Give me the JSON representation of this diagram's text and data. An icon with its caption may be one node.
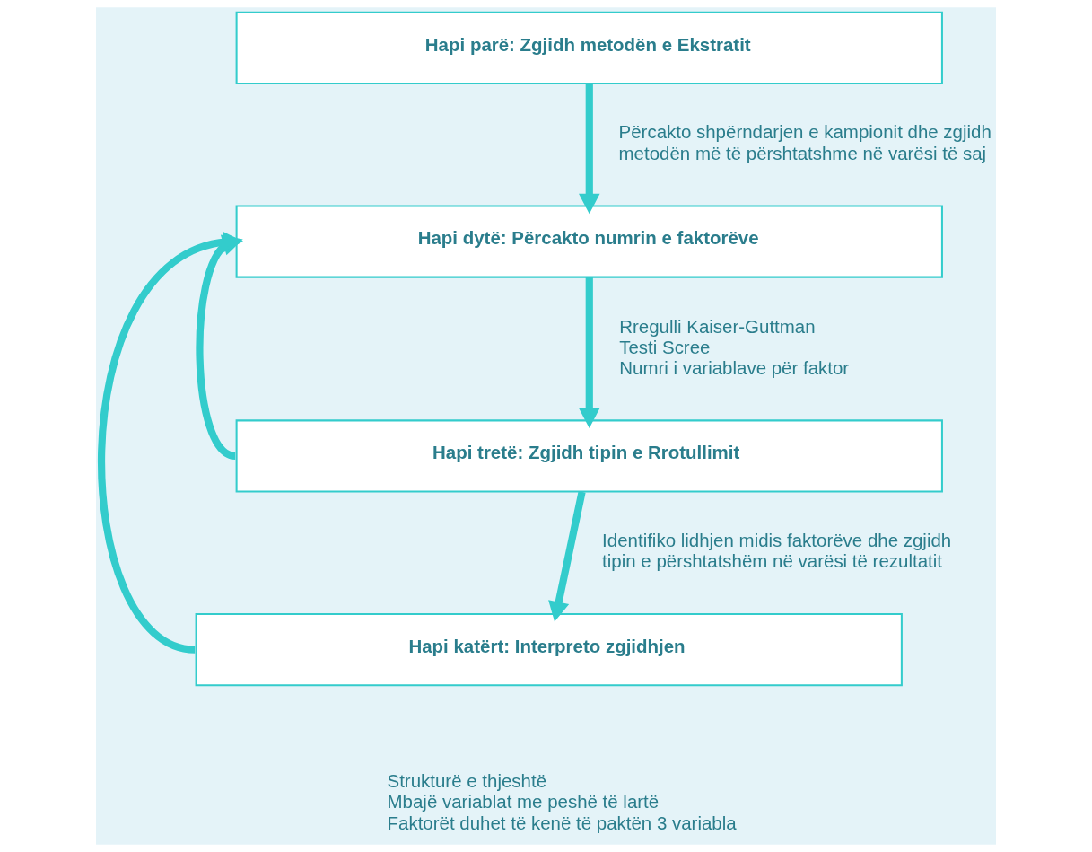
{
  "diagram": {
    "nodes": [
      {
        "text": [
          "Hapi parë: Zgjidh metodën e Ekstratit"
        ],
        "beside": [
          "Përcakto shpërndarjen e kampionit dhe zgjidh metodën më të përshtatshme në varësi të saj"
        ]
      },
      {
        "text": [
          "Hapi dytë: Përcakto numrin e faktorëve"
        ],
        "beside": [
          "Rregulli Kaiser-Guttman",
          "Testi Scree",
          "Numri i variablave për faktor"
        ]
      },
      {
        "text": [
          "Hapi tretë: Zgjidh tipin e Rrotullimit"
        ],
        "beside": [
          "Identifiko lidhjen midis faktorëve dhe zgjidh tipin e përshtatshëm në varësi të rezultatit"
        ]
      },
      {
        "text": [
          "Hapi katërt: Interpreto zgjidhjen"
        ],
        "beside": [
          "Strukturë e thjeshtë",
          "Mbajë variablat me peshë të lartë",
          "Faktorët duhet të kenë të paktën 3 variabla"
        ]
      }
    ],
    "edges": [
      {
        "from": 0,
        "to": 1,
        "arrow": "to"
      },
      {
        "from": 1,
        "to": 2,
        "arrow": "to"
      },
      {
        "from": 2,
        "to": 3,
        "arrow": "to"
      },
      {
        "from": 2,
        "to": 1,
        "arrow": "to"
      },
      {
        "from": 3,
        "to": 1,
        "arrow": "to"
      }
    ]
  }
}
